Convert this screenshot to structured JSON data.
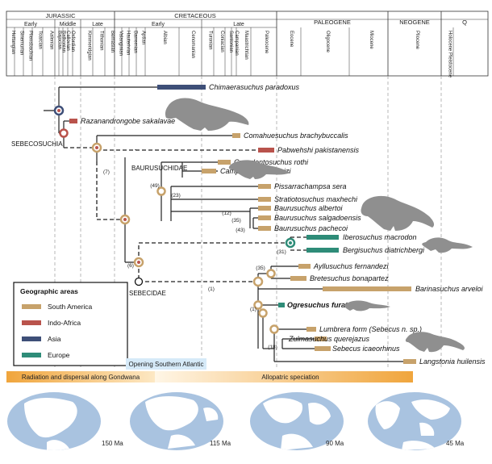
{
  "colors": {
    "south_america": "#c7a26b",
    "indo_africa": "#b9534c",
    "asia": "#3e4f78",
    "europe": "#2e8c78",
    "silhouette": "#8f8f8f",
    "ocean": "#a9c3e0",
    "land": "#ffffff",
    "band": "#f0a53c"
  },
  "periods": [
    {
      "label": "JURASSIC"
    },
    {
      "label": "CRETACEOUS"
    },
    {
      "label": "PALEOGENE"
    },
    {
      "label": "NEOGENE"
    },
    {
      "label": "Q"
    }
  ],
  "epochs": [
    "Early",
    "Middle",
    "Late",
    "Early",
    "Late"
  ],
  "stages": [
    "Hettangian",
    "Sinemurian",
    "Pliensbachian",
    "Toarcian",
    "Aalenian",
    "Bajocian",
    "Bathonian",
    "Callovian",
    "Oxfordian",
    "Kimmeridgian",
    "Tithonian",
    "Berriasian",
    "Valanginian",
    "Hauterivian",
    "Barremian",
    "Aptian",
    "Albian",
    "Cenomanian",
    "Turonian",
    "Coniacian",
    "Santonian",
    "Campanian",
    "Maastrichtian",
    "Paleocene",
    "Eocene",
    "Oligocene",
    "Miocene",
    "Pliocene",
    "Holocene Pleistocene"
  ],
  "taxa": [
    {
      "name": "Chimaerasuchus paradoxus",
      "region": "Asia",
      "bold": false
    },
    {
      "name": "Razanandrongobe sakalavae",
      "region": "Indo-Africa",
      "bold": false
    },
    {
      "name": "Comahuesuchus brachybuccalis",
      "region": "South America",
      "bold": false
    },
    {
      "name": "Pabwehshi pakistanensis",
      "region": "Indo-Africa",
      "bold": false
    },
    {
      "name": "Cynodontosuchus rothi",
      "region": "South America",
      "bold": false
    },
    {
      "name": "Campinasuchus dinizi",
      "region": "South America",
      "bold": false
    },
    {
      "name": "Pissarrachampsa sera",
      "region": "South America",
      "bold": false
    },
    {
      "name": "Stratiotosuchus maxhechi",
      "region": "South America",
      "bold": false
    },
    {
      "name": "Baurusuchus albertoi",
      "region": "South America",
      "bold": false
    },
    {
      "name": "Baurusuchus salgadoensis",
      "region": "South America",
      "bold": false
    },
    {
      "name": "Baurusuchus pachecoi",
      "region": "South America",
      "bold": false
    },
    {
      "name": "Iberosuchus macrodon",
      "region": "Europe",
      "bold": false
    },
    {
      "name": "Bergisuchus diatrichbergi",
      "region": "Europe",
      "bold": false
    },
    {
      "name": "Ayllusuchus fernandezi",
      "region": "South America",
      "bold": false
    },
    {
      "name": "Bretesuchus bonapartez",
      "region": "South America",
      "bold": false
    },
    {
      "name": "Barinasuchus arveloi",
      "region": "South America",
      "bold": false
    },
    {
      "name": "Ogresuchus furatus",
      "region": "Europe",
      "bold": true
    },
    {
      "name": "Lumbrera form (Sebecus n. sp.)",
      "region": "South America",
      "bold": false
    },
    {
      "name": "Zulmasuchus querejazus",
      "region": "South America",
      "bold": false
    },
    {
      "name": "Sebecus icaeorhinus",
      "region": "South America",
      "bold": false
    },
    {
      "name": "Langstonia huilensis",
      "region": "South America",
      "bold": false
    }
  ],
  "clades": {
    "sebecosuchia": "SEBECOSUCHIA",
    "baurusuchidae": "BAURUSUCHIDAE",
    "sebecidae": "SEBECIDAE"
  },
  "node_numbers": [
    "(7)",
    "(49)",
    "(23)",
    "(12)",
    "(35)",
    "(43)",
    "(31)",
    "(6)",
    "(1)",
    "(35)",
    "(1)",
    "(18)"
  ],
  "legend": {
    "title": "Geographic areas",
    "items": [
      "South America",
      "Indo-Africa",
      "Asia",
      "Europe"
    ]
  },
  "timeline": {
    "opening": "Opening Southern Atlantic",
    "radiation": "Radiation and dispersal along Gondwana",
    "allopatric": "Allopatric speciation"
  },
  "maps": [
    "150 Ma",
    "115 Ma",
    "90 Ma",
    "45 Ma"
  ]
}
